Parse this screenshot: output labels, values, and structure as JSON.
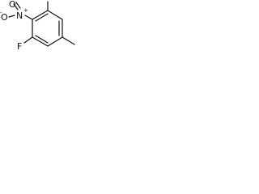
{
  "molecule": {
    "atoms": {
      "fluorine": {
        "symbol": "F"
      },
      "nitro_nitrogen": {
        "symbol": "N",
        "charge": "+"
      },
      "nitro_oxygen_top": {
        "symbol": "O"
      },
      "nitro_oxygen_minus": {
        "symbol": "O",
        "charge": "-"
      }
    }
  },
  "colors": {
    "bond": "#111111",
    "background": "#ffffff"
  }
}
